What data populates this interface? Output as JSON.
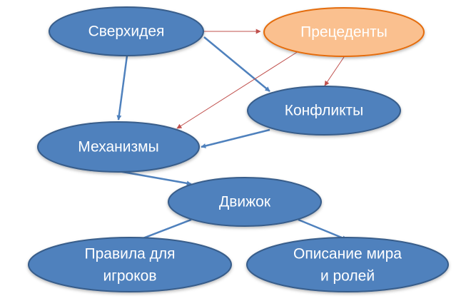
{
  "nodes": {
    "superidea": {
      "label": "Сверхидея"
    },
    "precedents": {
      "label": "Прецеденты"
    },
    "conflicts": {
      "label": "Конфликты"
    },
    "mechanisms": {
      "label": "Механизмы"
    },
    "engine": {
      "label": "Движок"
    },
    "player_rules": {
      "lines": [
        "Правила для",
        "игроков"
      ]
    },
    "world_description": {
      "lines": [
        "Описание мира",
        "и ролей"
      ]
    }
  },
  "colors": {
    "node_fill": "#4f81bd",
    "node_stroke": "#385d8a",
    "node_text": "#ffffff",
    "highlight_fill": "#fac08f",
    "highlight_stroke": "#e46c0a",
    "primary_arrow": "#4f81bd",
    "secondary_arrow": "#c0504d"
  },
  "connections": [
    {
      "from": "Сверхидея",
      "to": "Прецеденты",
      "style": "thin-red"
    },
    {
      "from": "Сверхидея",
      "to": "Механизмы",
      "style": "blue"
    },
    {
      "from": "Сверхидея",
      "to": "Конфликты",
      "style": "blue"
    },
    {
      "from": "Прецеденты",
      "to": "Конфликты",
      "style": "thin-red"
    },
    {
      "from": "Прецеденты",
      "to": "Механизмы",
      "style": "thin-red"
    },
    {
      "from": "Конфликты",
      "to": "Механизмы",
      "style": "blue"
    },
    {
      "from": "Механизмы",
      "to": "Движок",
      "style": "blue"
    },
    {
      "from": "Движок",
      "to": "Правила для игроков",
      "style": "blue"
    },
    {
      "from": "Движок",
      "to": "Описание мира и ролей",
      "style": "blue"
    }
  ]
}
